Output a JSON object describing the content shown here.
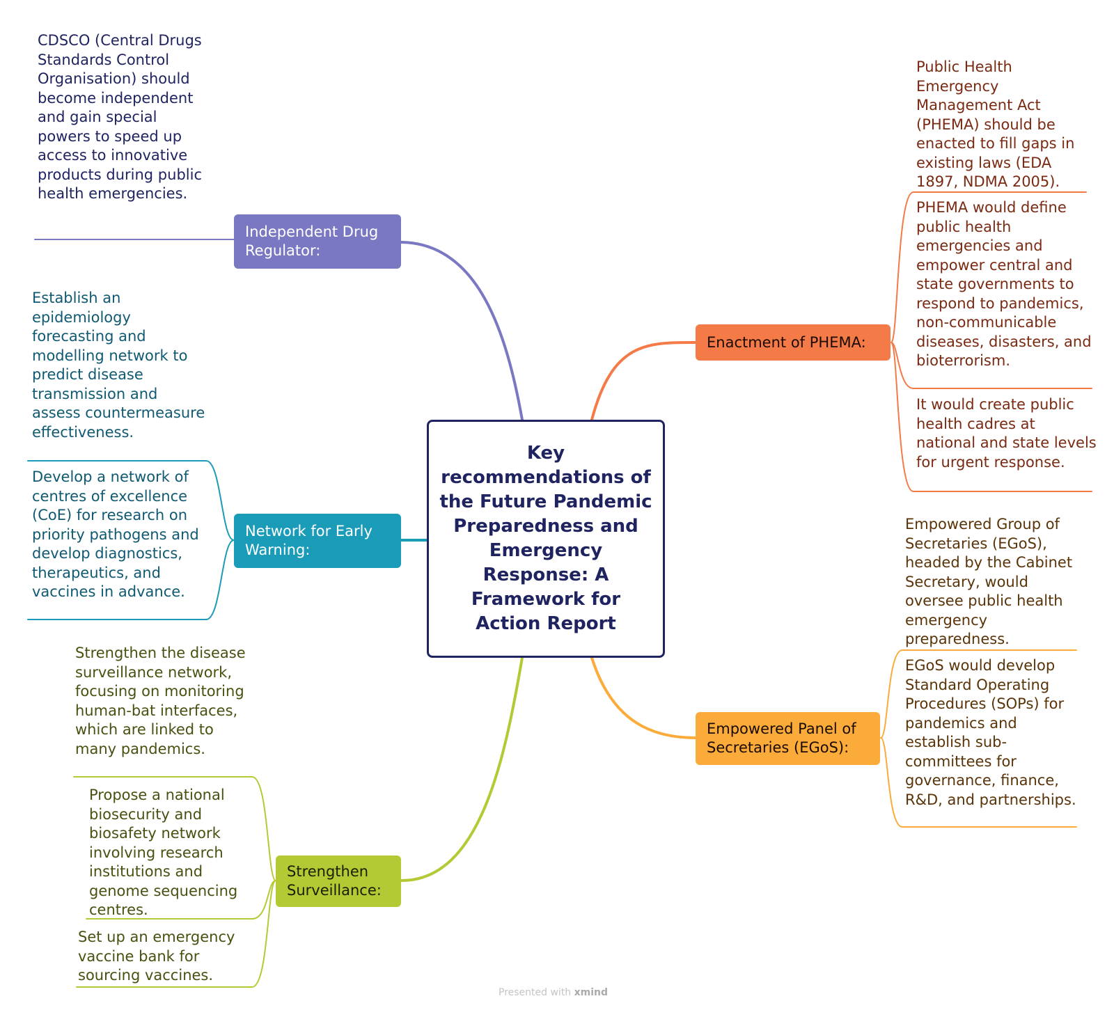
{
  "central": {
    "title": "Key recommendations of the Future Pandemic Preparedness and Emergency Response: A Framework for Action Report",
    "color": "#1f2460"
  },
  "topics": [
    {
      "id": "drug",
      "label": "Independent Drug Regulator:",
      "color": "#7a78c2",
      "leaf_color": "#1f2460",
      "leaves": [
        "CDSCO (Central Drugs Standards Control Organisation) should become independent and gain special powers to speed up access to innovative products during public health emergencies."
      ]
    },
    {
      "id": "warning",
      "label": "Network for Early Warning:",
      "color": "#1a9bb8",
      "leaf_color": "#0f5a72",
      "leaves": [
        "Establish an epidemiology forecasting and modelling network to predict disease transmission and assess countermeasure effectiveness.",
        "Develop a network of centres of excellence (CoE) for research on priority pathogens and develop diagnostics, therapeutics, and vaccines in advance."
      ]
    },
    {
      "id": "surveillance",
      "label": "Strengthen Surveillance:",
      "color": "#b5c935",
      "leaf_color": "#4a5010",
      "leaves": [
        "Strengthen the disease surveillance network, focusing on monitoring human-bat interfaces, which are linked to many pandemics.",
        "Propose a national biosecurity and biosafety network involving research institutions and genome sequencing centres.",
        "Set up an emergency vaccine bank for sourcing vaccines."
      ]
    },
    {
      "id": "phema",
      "label": "Enactment of PHEMA:",
      "color": "#f47a48",
      "leaf_color": "#7a2a12",
      "leaves": [
        "Public Health Emergency Management Act (PHEMA) should be enacted to fill gaps in existing laws (EDA 1897, NDMA 2005).",
        "PHEMA would define public health emergencies and empower central and state governments to respond to pandemics, non-communicable diseases, disasters, and bioterrorism.",
        "It would create public health cadres at national and state levels for urgent response."
      ]
    },
    {
      "id": "egos",
      "label": "Empowered Panel of Secretaries (EGoS):",
      "color": "#fbab3a",
      "leaf_color": "#5a3408",
      "leaves": [
        "Empowered Group of Secretaries (EGoS), headed by the Cabinet Secretary, would oversee public health emergency preparedness.",
        "EGoS would develop Standard Operating Procedures (SOPs) for pandemics and establish sub-committees for governance, finance, R&D, and partnerships."
      ]
    }
  ],
  "footer": {
    "prefix": "Presented with ",
    "brand": "xmind"
  }
}
